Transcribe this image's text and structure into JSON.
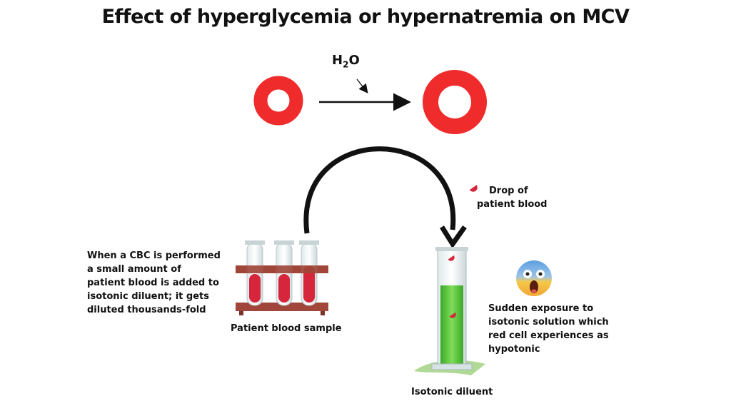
{
  "title": "Effect of hyperglycemia or hypernatremia on MCV",
  "water_label": {
    "main": "H",
    "sub": "2",
    "end": "O"
  },
  "notes": {
    "cbc_description": [
      "When a CBC is performed",
      "a small amount of",
      "patient blood is added to",
      "isotonic diluent; it gets",
      "diluted thousands-fold"
    ],
    "drop_label": [
      "Drop of",
      "patient blood"
    ],
    "exposure_description": [
      "Sudden exposure to",
      "isotonic solution which",
      "red cell experiences as",
      "hypotonic"
    ]
  },
  "labels": {
    "sample": "Patient blood sample",
    "diluent": "Isotonic diluent"
  },
  "icons": {
    "small_cell": "red-blood-cell-small-icon",
    "large_cell": "red-blood-cell-swollen-icon",
    "drop": "blood-drop-icon",
    "emoji": "screaming-face-emoji-icon",
    "tubes": "test-tube-rack-icon",
    "cylinder": "graduated-cylinder-icon"
  },
  "colors": {
    "cell_red": "#f02b2b",
    "blood": "#d6263b",
    "rack": "#a0463a",
    "diluent_green": "#4ec23a"
  }
}
